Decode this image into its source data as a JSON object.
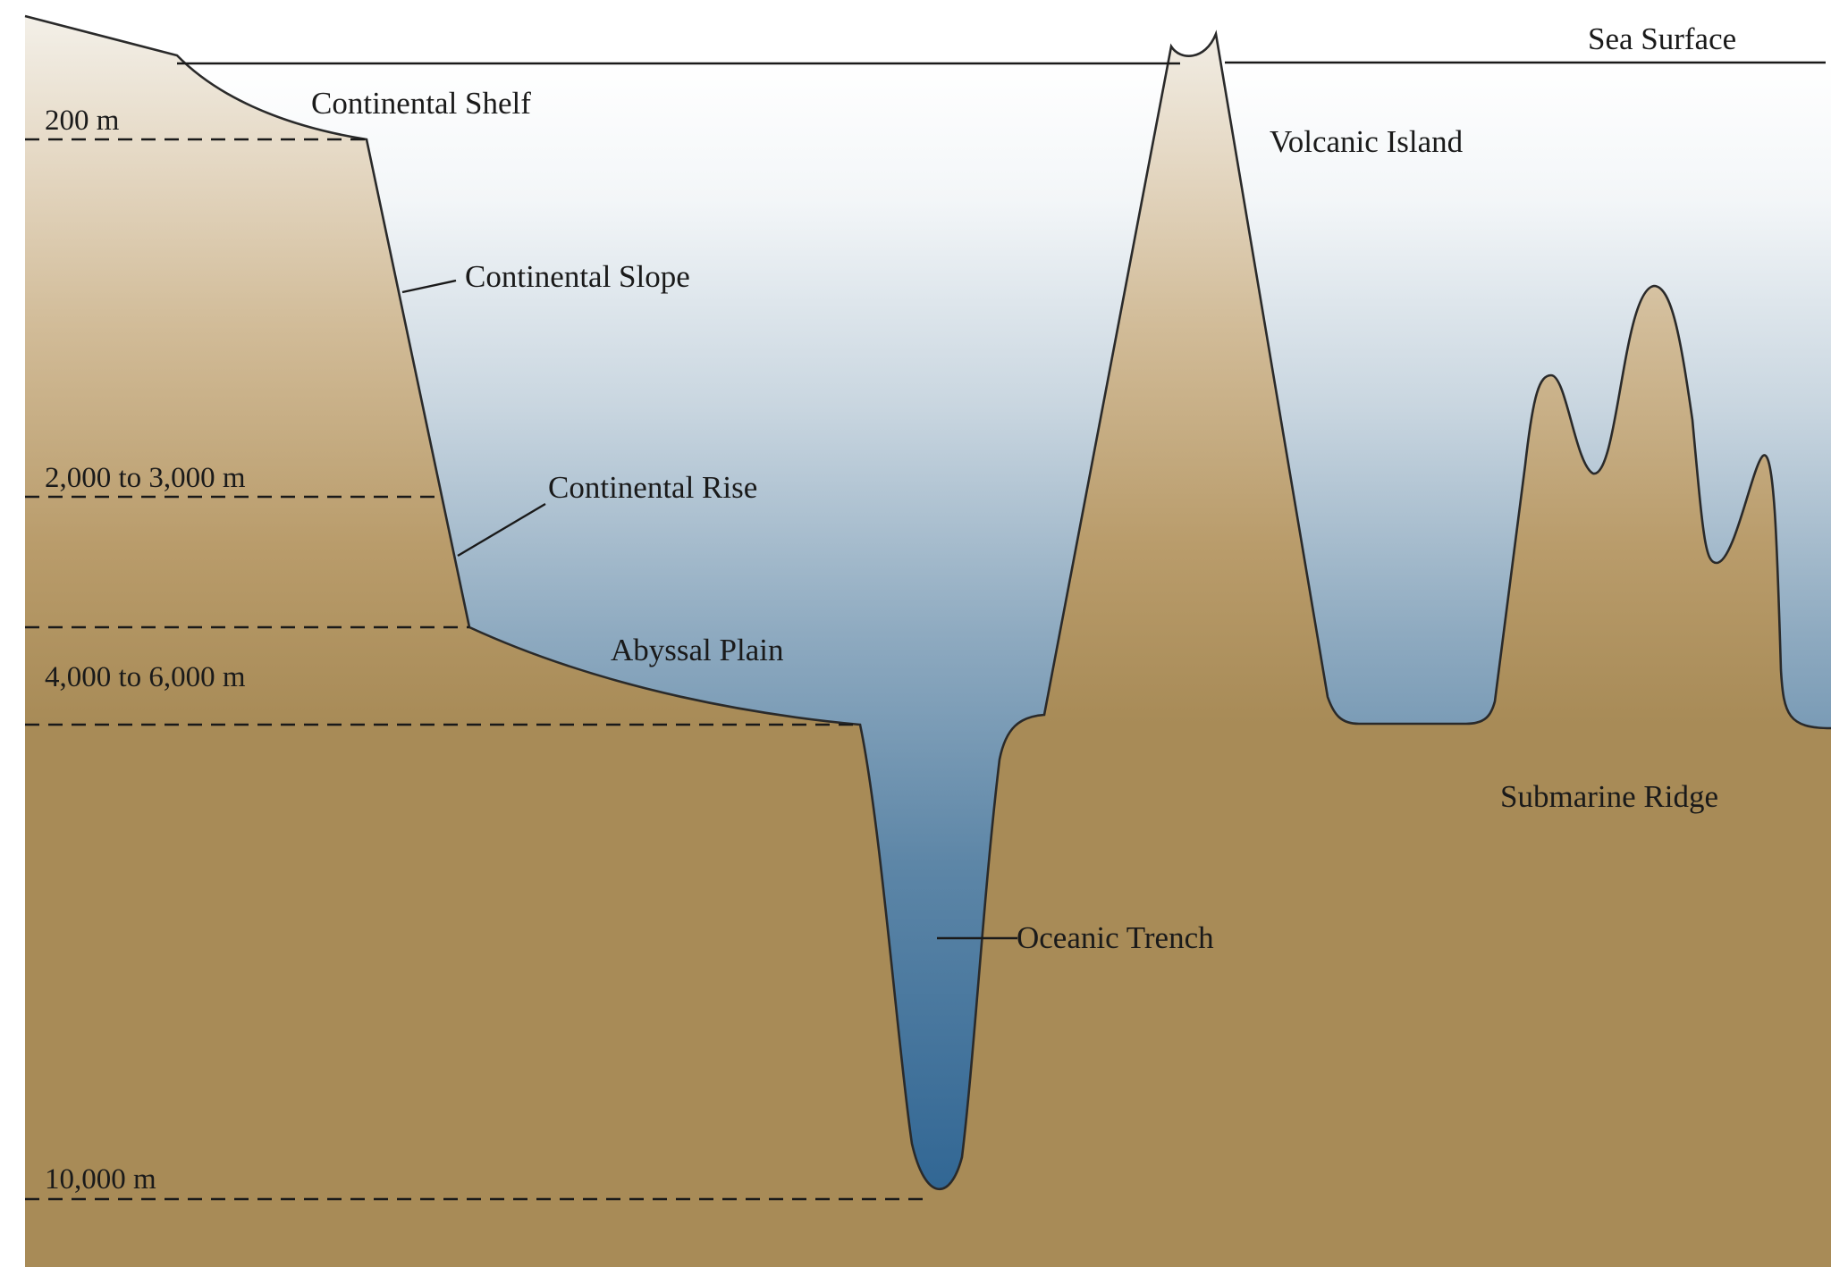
{
  "labels": {
    "sea_surface": "Sea Surface",
    "continental_shelf": "Continental Shelf",
    "continental_slope": "Continental Slope",
    "continental_rise": "Continental Rise",
    "abyssal_plain": "Abyssal Plain",
    "volcanic_island": "Volcanic Island",
    "oceanic_trench": "Oceanic Trench",
    "submarine_ridge": "Submarine Ridge"
  },
  "depth_markers": {
    "d200": "200 m",
    "d2000": "2,000 to 3,000 m",
    "d4000": "4,000 to 6,000 m",
    "d10000": "10,000 m"
  },
  "colors": {
    "water_top": "#ffffff",
    "water_mid": "#c4d2dd",
    "water_deep": "#3b6d95",
    "land_top": "#f2ede3",
    "land_mid": "#d2bc99",
    "land_base": "#a88b57"
  }
}
